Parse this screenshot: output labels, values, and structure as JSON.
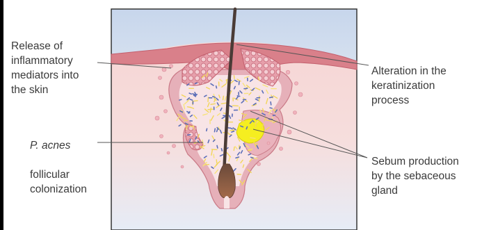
{
  "labels": {
    "inflammatory": "Release of\ninflammatory\nmediators into\nthe skin",
    "acnes_italic": "P. acnes",
    "acnes_rest": "follicular\ncolonization",
    "keratinization": "Alteration in the\nkeratinization\nprocess",
    "sebum": "Sebum production\nby the sebaceous\ngland"
  },
  "colors": {
    "sky": "#c9d8ec",
    "skin_upper": "#f7d7d5",
    "skin_lower": "#e9eef6",
    "epidermis": "#d97b86",
    "follicle": "#e5a9b5",
    "hair": "#4a3b36",
    "sebum": "#f5ee20",
    "bacteria": "#5c6fb8",
    "keratin": "#f2d65a",
    "pointer": "#555555"
  }
}
